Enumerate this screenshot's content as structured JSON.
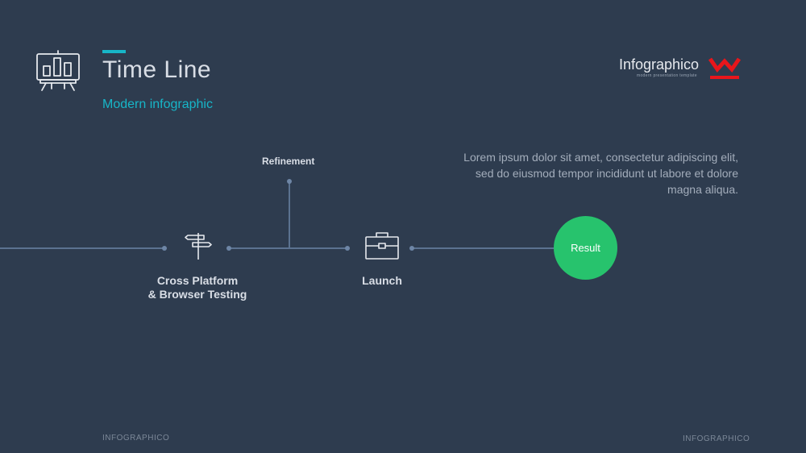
{
  "header": {
    "title": "Time Line",
    "subtitle": "Modern infographic",
    "icon": "presentation-board-icon"
  },
  "brand": {
    "name": "Infographico",
    "tagline": "modern presentation template",
    "logo_color": "#e8161b"
  },
  "description": "Lorem ipsum dolor sit amet, consectetur adipiscing elit, sed do eiusmod tempor incididunt ut labore et dolore magna aliqua.",
  "timeline": {
    "steps": [
      {
        "label_line1": "Cross Platform",
        "label_line2": "& Browser Testing",
        "icon": "signpost-icon"
      },
      {
        "label": "Refinement"
      },
      {
        "label": "Launch",
        "icon": "briefcase-icon"
      }
    ],
    "result": "Result",
    "result_color": "#27c36d"
  },
  "footer": {
    "left": "INFOGRAPHICO",
    "right": "INFOGRAPHICO"
  }
}
